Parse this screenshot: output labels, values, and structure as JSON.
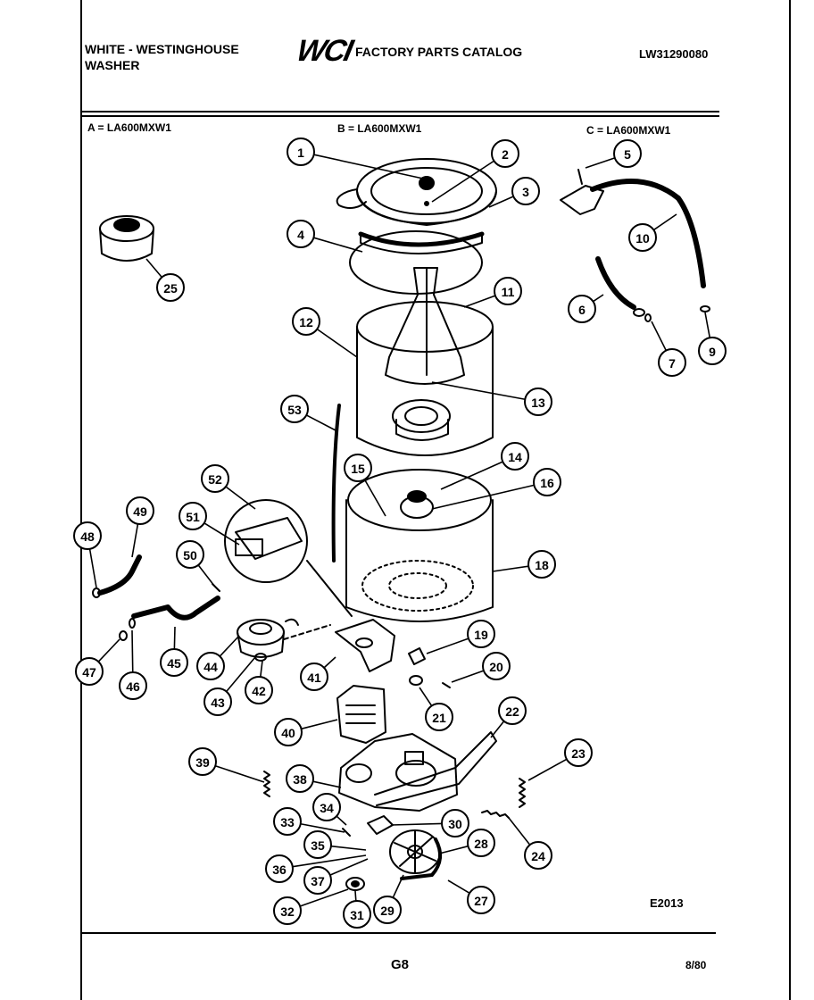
{
  "header": {
    "left_line1": "WHITE - WESTINGHOUSE",
    "left_line2": "WASHER",
    "logo": "WCI",
    "center": "FACTORY PARTS CATALOG",
    "right": "LW31290080"
  },
  "models": {
    "a": "A = LA600MXW1",
    "b": "B = LA600MXW1",
    "c": "C = LA600MXW1"
  },
  "footer": {
    "diagram_code": "E2013",
    "page_id": "G8",
    "date": "8/80"
  },
  "callouts": [
    "1",
    "2",
    "3",
    "4",
    "5",
    "6",
    "7",
    "9",
    "10",
    "11",
    "12",
    "13",
    "14",
    "15",
    "16",
    "18",
    "19",
    "20",
    "21",
    "22",
    "23",
    "24",
    "25",
    "27",
    "28",
    "29",
    "30",
    "31",
    "32",
    "33",
    "34",
    "35",
    "36",
    "37",
    "38",
    "39",
    "40",
    "41",
    "42",
    "43",
    "44",
    "45",
    "46",
    "47",
    "48",
    "49",
    "50",
    "51",
    "52",
    "53"
  ]
}
